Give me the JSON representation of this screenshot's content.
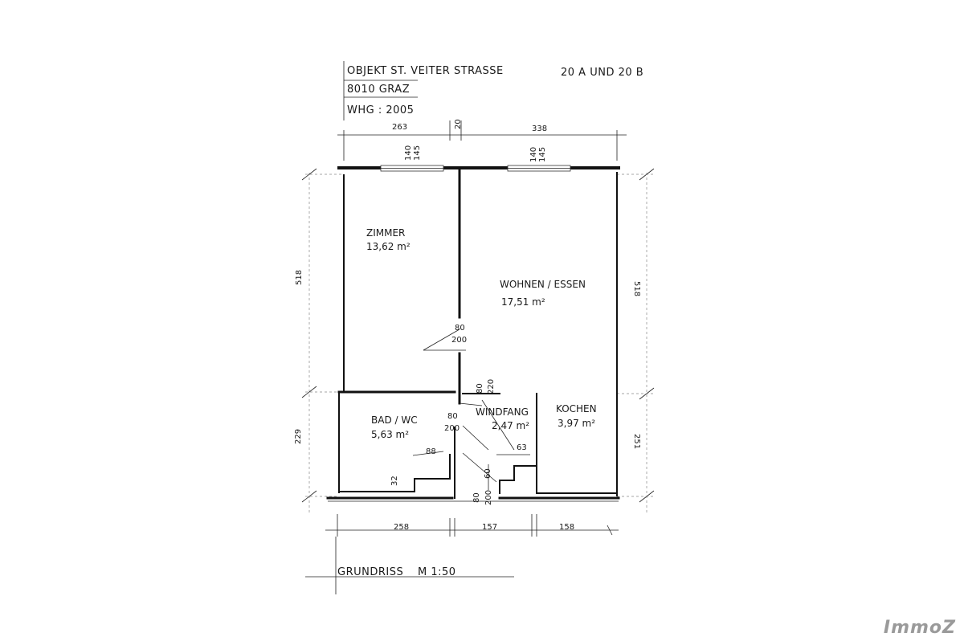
{
  "header": {
    "line1_left": "OBJEKT ST. VEITER STRASSE",
    "line1_right": "20 A UND 20 B",
    "line2": "8010 GRAZ",
    "line3": "WHG : 2005"
  },
  "rooms": {
    "zimmer": {
      "name": "ZIMMER",
      "area": "13,62 m²"
    },
    "wohnen": {
      "name": "WOHNEN / ESSEN",
      "area": "17,51 m²"
    },
    "bad": {
      "name": "BAD / WC",
      "area": "5,63 m²"
    },
    "windfang": {
      "name": "WINDFANG",
      "area": "2,47 m²"
    },
    "kochen": {
      "name": "KOCHEN",
      "area": "3,97 m²"
    }
  },
  "dimensions": {
    "top_left": "263",
    "top_mid": "20",
    "top_right": "338",
    "window1_a": "140",
    "window1_b": "145",
    "window2_a": "140",
    "window2_b": "145",
    "left_total": "518",
    "right_total": "518",
    "left_lower": "229",
    "right_lower": "251",
    "door_zimmer_w": "80",
    "door_zimmer_h": "200",
    "door_windfang_w": "80",
    "door_windfang_h": "220",
    "door_bad_w": "80",
    "door_bad_h": "200",
    "bad_step": "88",
    "bad_small": "32",
    "windfang_step": "63",
    "entry_a": "80",
    "entry_b": "200",
    "entry_c": "60",
    "bottom_left": "258",
    "bottom_mid": "157",
    "bottom_right": "158"
  },
  "footer": {
    "title": "GRUNDRISS",
    "scale": "M 1:50"
  },
  "logo": "ImmoZ"
}
